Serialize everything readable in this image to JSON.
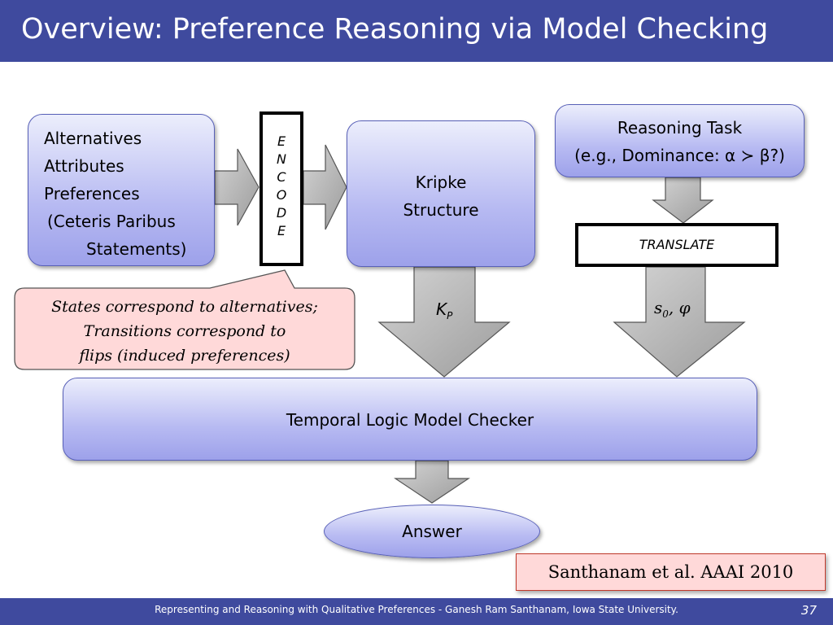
{
  "slide": {
    "title": "Overview: Preference Reasoning via Model Checking",
    "inputs": {
      "lines": [
        "Alternatives",
        "Attributes",
        "Preferences",
        " (Ceteris Paribus",
        "Statements)"
      ]
    },
    "encode_letters": [
      "E",
      "N",
      "C",
      "O",
      "D",
      "E"
    ],
    "kripke": {
      "line1": "Kripke",
      "line2": "Structure"
    },
    "reasoning_task": {
      "line1": "Reasoning Task",
      "line2": "(e.g., Dominance: α ≻ β?)"
    },
    "translate_label": "TRANSLATE",
    "callout": {
      "line1": "States correspond to alternatives;",
      "line2": "Transitions correspond to",
      "line3": "flips (induced preferences)"
    },
    "kp_label": {
      "base": "K",
      "sub": "P"
    },
    "s0_label": {
      "base": "s",
      "sub": "0",
      "rest": ", φ"
    },
    "model_checker_label": "Temporal Logic Model Checker",
    "answer_label": "Answer",
    "citation": "Santhanam et al. AAAI 2010",
    "footer": {
      "text": "Representing and Reasoning with Qualitative Preferences  - Ganesh Ram Santhanam, Iowa State University.",
      "page_number": "37"
    },
    "colors": {
      "header": "#3f4a9e",
      "box_gradient_top": "#eceefc",
      "box_gradient_bottom": "#9da1ea",
      "arrow_fill": "#b3b3b3",
      "callout_fill": "#ffd9d9"
    }
  }
}
